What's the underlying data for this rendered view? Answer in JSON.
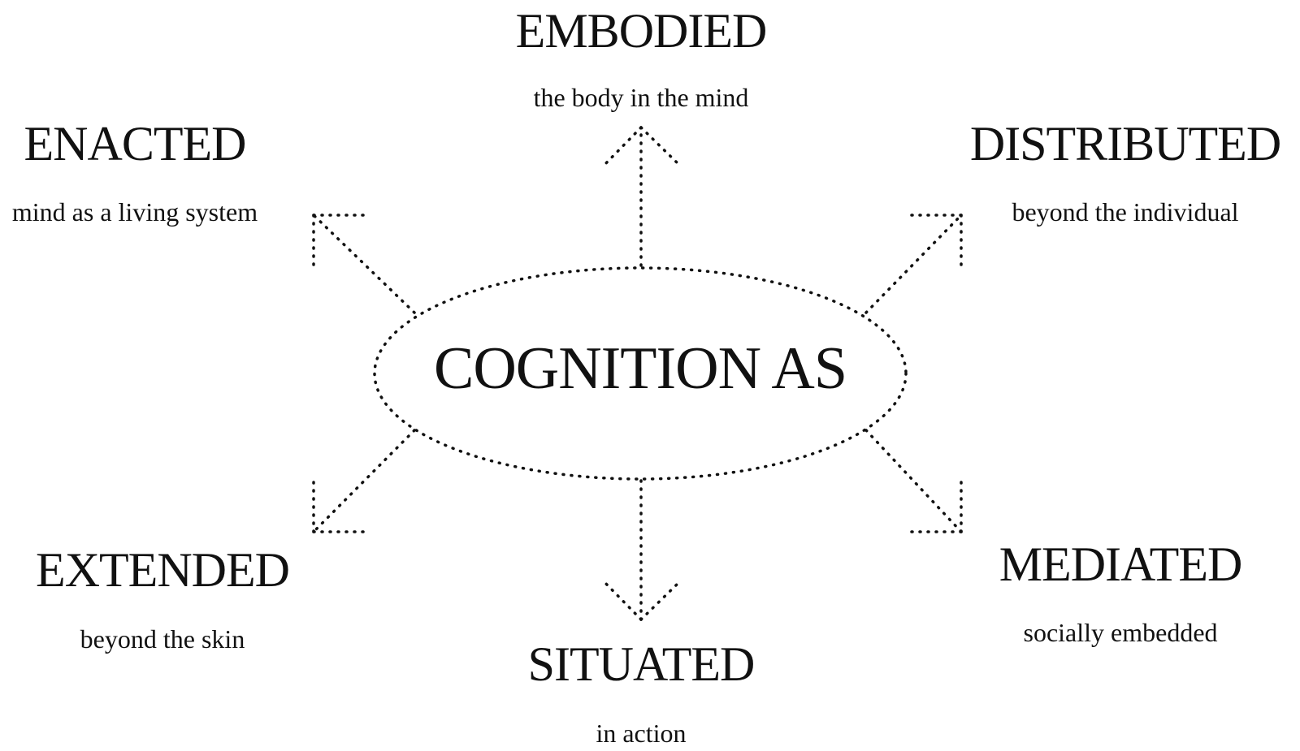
{
  "diagram": {
    "center": "COGNITION AS",
    "nodes": [
      {
        "id": "embodied",
        "title": "EMBODIED",
        "subtitle": "the body in the mind"
      },
      {
        "id": "enacted",
        "title": "ENACTED",
        "subtitle": "mind as a living system"
      },
      {
        "id": "distributed",
        "title": "DISTRIBUTED",
        "subtitle": "beyond the individual"
      },
      {
        "id": "extended",
        "title": "EXTENDED",
        "subtitle": "beyond the skin"
      },
      {
        "id": "situated",
        "title": "SITUATED",
        "subtitle": "in action"
      },
      {
        "id": "mediated",
        "title": "MEDIATED",
        "subtitle": "socially embedded"
      }
    ],
    "line_style": "dotted",
    "stroke_color": "#111111"
  }
}
